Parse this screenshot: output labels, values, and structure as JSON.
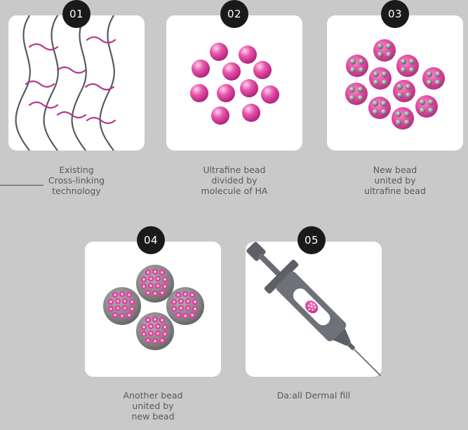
{
  "colors": {
    "background": "#c9c9c9",
    "card": "#ffffff",
    "badge": "#1a1a1a",
    "strand": "#555a63",
    "crosslink": "#b4388c",
    "bead": "#e3409f",
    "grey_sphere": "#7d7d7d",
    "caption": "#595959"
  },
  "steps": [
    {
      "number": "01",
      "caption_lines": [
        "Existing",
        "Cross-linking",
        "technology"
      ],
      "icon": "cross-linked-strands-icon"
    },
    {
      "number": "02",
      "caption_lines": [
        "Ultrafine bead",
        "divided by",
        "molecule of HA"
      ],
      "icon": "ultrafine-beads-icon"
    },
    {
      "number": "03",
      "caption_lines": [
        "New bead",
        "united by",
        "ultrafine bead"
      ],
      "icon": "new-bead-clusters-icon"
    },
    {
      "number": "04",
      "caption_lines": [
        "Another bead",
        "united by",
        "new bead"
      ],
      "icon": "grey-spheres-cluster-icon"
    },
    {
      "number": "05",
      "caption_lines": [
        "Da:all Dermal fill"
      ],
      "icon": "syringe-icon"
    }
  ]
}
